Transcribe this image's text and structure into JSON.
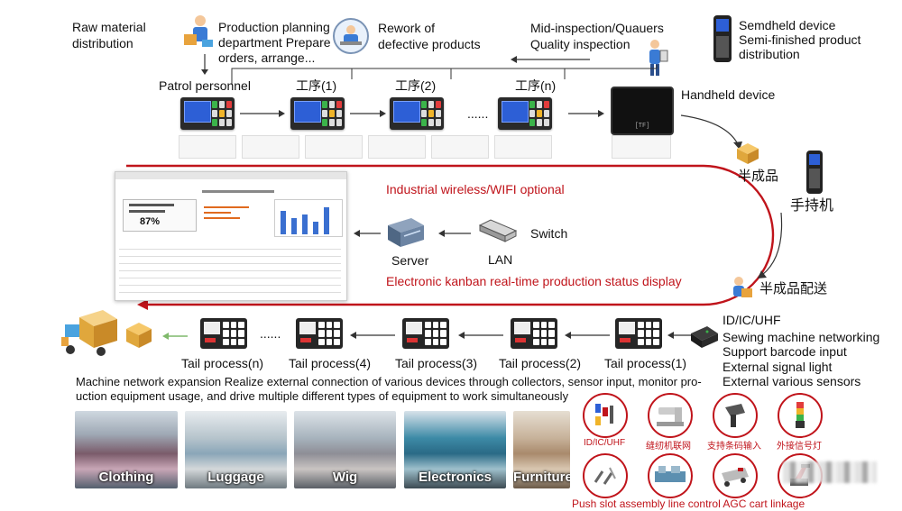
{
  "top": {
    "raw_material": "Raw material\ndistribution",
    "production_planning": "Production planning\ndepartment Prepare\norders, arrange...",
    "rework": "Rework of\ndefective products",
    "mid_inspection": "Mid-inspection/Quauers\nQuality inspection",
    "semdheld": "Semdheld device\nSemi-finished product\ndistribution",
    "patrol": "Patrol personnel",
    "step1": "工序(1)",
    "step2": "工序(2)",
    "stepn": "工序(n)",
    "ellipsis": "......",
    "handheld": "Handheld device",
    "device_label": "[TF]"
  },
  "right": {
    "semi1": "半成品",
    "handheld_cn": "手持机",
    "semi_dist": "半成品配送"
  },
  "middle": {
    "wifi": "Industrial wireless/WIFI optional",
    "server": "Server",
    "switch": "Switch",
    "lan": "LAN",
    "kanban_caption": "Electronic kanban real-time production status display",
    "kanban_percent": "87%"
  },
  "tail": {
    "n": "Tail process(n)",
    "p4": "Tail process(4)",
    "p3": "Tail process(3)",
    "p2": "Tail process(2)",
    "p1": "Tail process(1)",
    "ellipsis": "......"
  },
  "features": {
    "title": "ID/IC/UHF",
    "f1": "Sewing machine networking",
    "f2": "Support barcode input",
    "f3": "External signal light",
    "f4": "External various sensors"
  },
  "expansion": {
    "line1": "Machine network expansion Realize external connection of various devices through collectors, sensor input, monitor pro-",
    "line2": "uction equipment usage, and drive multiple different types of equipment to work simultaneously"
  },
  "industries": [
    "Clothing",
    "Luggage",
    "Wig",
    "Electronics",
    "Furniture"
  ],
  "icons": {
    "c1": "ID/IC/UHF",
    "c2": "缝纫机联网",
    "c3": "支持条码输入",
    "c4": "外接信号灯",
    "bottom": "Push slot assembly line control AGC cart linkage"
  },
  "colors": {
    "accent_red": "#c0141b",
    "screen_blue": "#2d5fd6"
  }
}
